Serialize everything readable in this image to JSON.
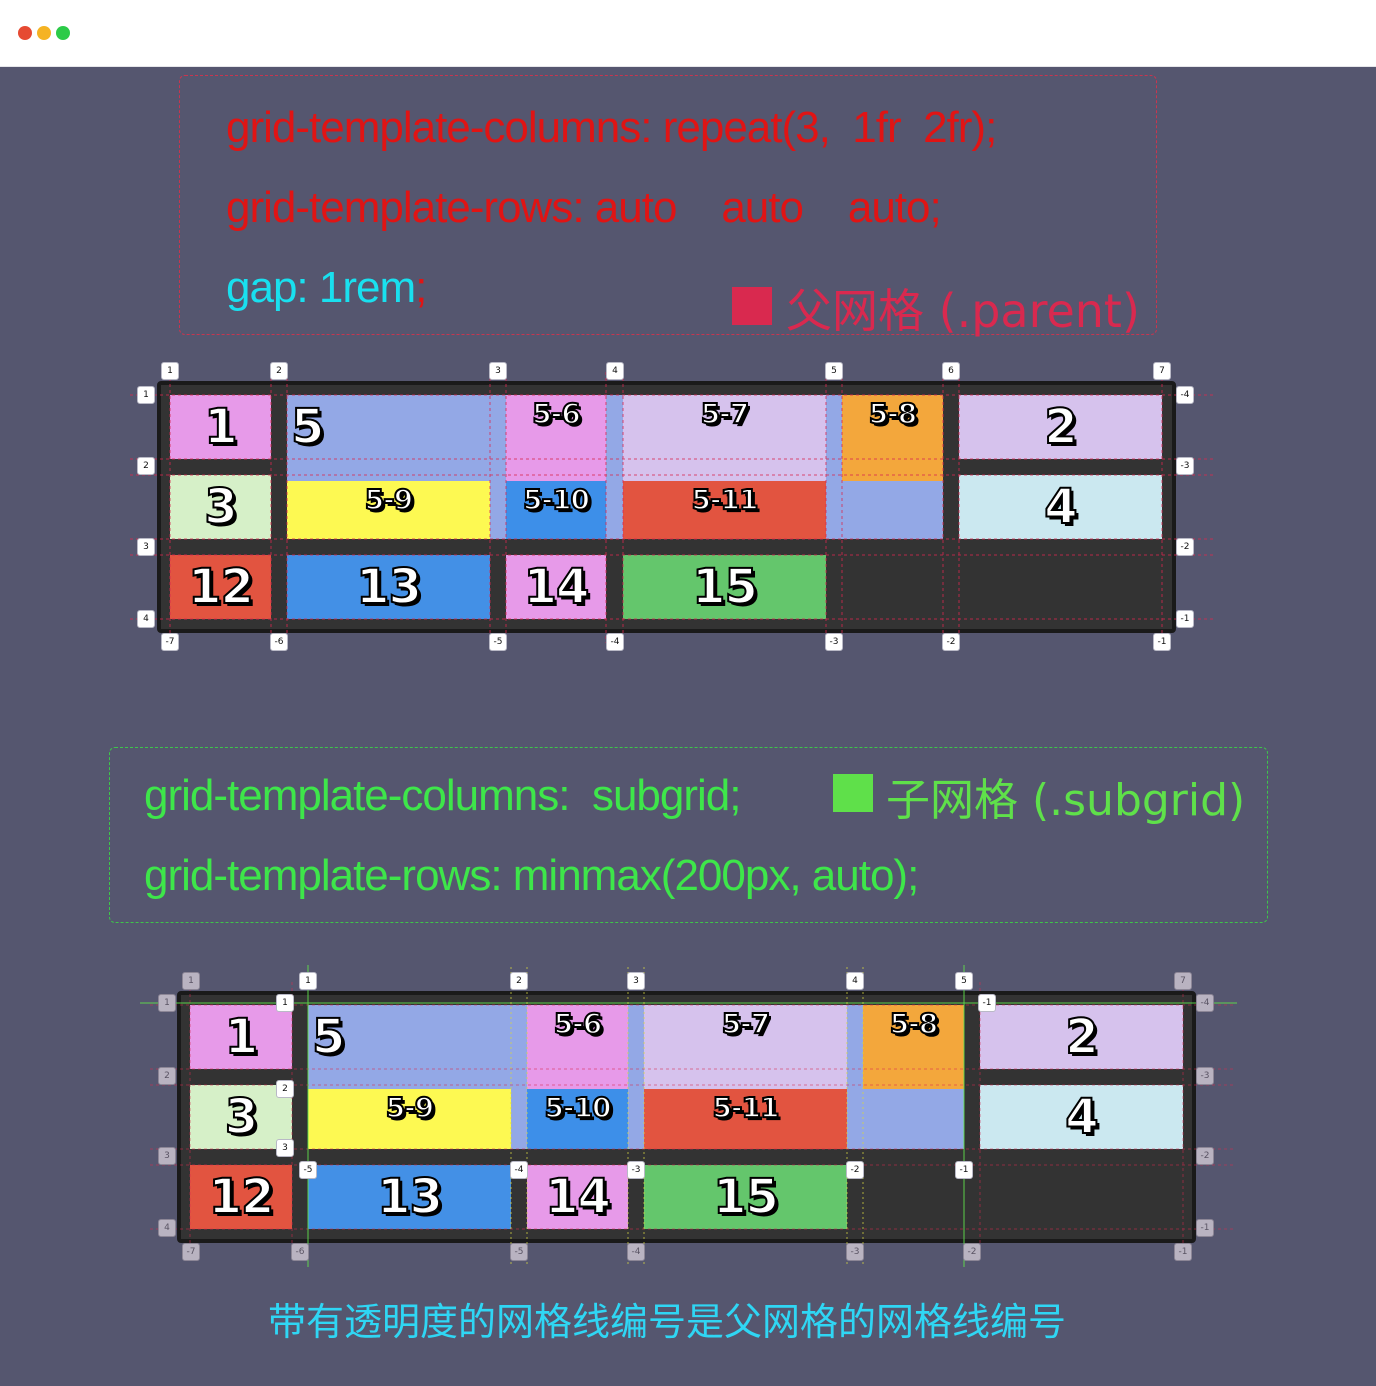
{
  "window": {
    "dots": [
      "#e64a32",
      "#f5b323",
      "#2ccb48"
    ]
  },
  "colors": {
    "stage": "#55566f",
    "parent_code": "#e01414",
    "gap_code": "#19e0ef",
    "parent_accent": "#d9294f",
    "subgrid_code": "#3ee64a",
    "subgrid_accent": "#5fe04a",
    "note": "#2fd6f4"
  },
  "parent": {
    "code": {
      "columns": "grid-template-columns: repeat(3,  1fr  2fr);",
      "rows": "grid-template-rows: auto    auto    auto;",
      "gap_value": "gap: 1rem",
      "gap_semicolon": ";"
    },
    "legend": "父网格 (.parent)",
    "cells": {
      "c1": "1",
      "c5": "5",
      "c56": "5-6",
      "c57": "5-7",
      "c58": "5-8",
      "c2": "2",
      "c3": "3",
      "c59": "5-9",
      "c510": "5-10",
      "c511": "5-11",
      "c4": "4",
      "c12": "12",
      "c13": "13",
      "c14": "14",
      "c15": "15"
    },
    "col_lines_pos": [
      "1",
      "2",
      "3",
      "4",
      "5",
      "6",
      "7"
    ],
    "col_lines_neg": [
      "-7",
      "-6",
      "-5",
      "-4",
      "-3",
      "-2",
      "-1"
    ],
    "row_lines_pos": [
      "1",
      "2",
      "3",
      "4"
    ],
    "row_lines_neg": [
      "-4",
      "-3",
      "-2",
      "-1"
    ]
  },
  "subgrid": {
    "code": {
      "columns": "grid-template-columns:  subgrid;",
      "rows": "grid-template-rows: minmax(200px, auto);"
    },
    "legend": "子网格 (.subgrid)",
    "cells": {
      "c1": "1",
      "c5": "5",
      "c56": "5-6",
      "c57": "5-7",
      "c58": "5-8",
      "c2": "2",
      "c3": "3",
      "c59": "5-9",
      "c510": "5-10",
      "c511": "5-11",
      "c4": "4",
      "c12": "12",
      "c13": "13",
      "c14": "14",
      "c15": "15"
    },
    "parent_col_pos": [
      "1",
      "7"
    ],
    "parent_col_neg": [
      "-7",
      "-6",
      "-5",
      "-4",
      "-3",
      "-2",
      "-1"
    ],
    "parent_row_pos": [
      "1",
      "2",
      "3",
      "4"
    ],
    "parent_row_neg": [
      "-4",
      "-3",
      "-2",
      "-1"
    ],
    "sub_col_pos": [
      "1",
      "2",
      "3",
      "4",
      "5"
    ],
    "sub_col_neg": [
      "-5",
      "-4",
      "-3",
      "-2",
      "-1"
    ],
    "sub_row_pos": [
      "1",
      "2",
      "3"
    ],
    "sub_row_neg_top": "-1"
  },
  "note": "带有透明度的网格线编号是父网格的网格线编号"
}
